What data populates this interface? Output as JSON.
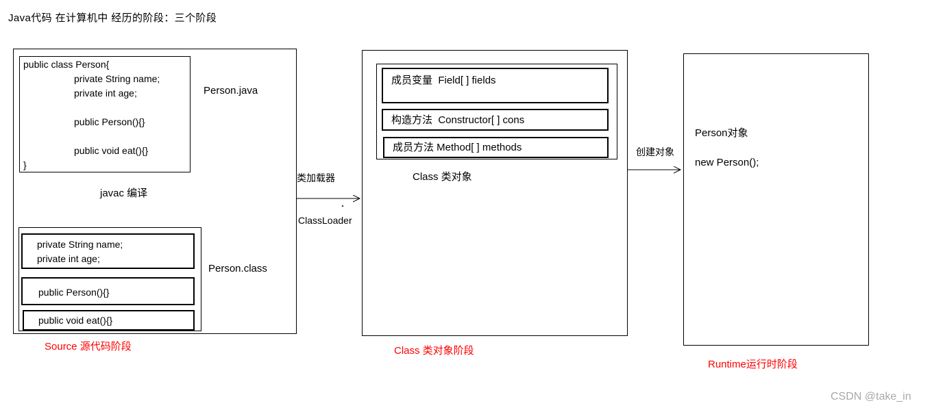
{
  "title": "Java代码 在计算机中 经历的阶段：三个阶段",
  "watermark": "CSDN @take_in",
  "colors": {
    "diagram_line": "#000000",
    "stage_label_red": "#fe0000",
    "watermark_gray": "#a6a9ad"
  },
  "source_stage": {
    "file_label": "Person.java",
    "code": "public class Person{\n\tprivate String name;\n\tprivate int age;\n\n\tpublic Person(){}\n\n\tpublic void eat(){}\n}",
    "compile_arrow_label": "javac 编译",
    "class_file_label": "Person.class",
    "class_file_rows": [
      "private String name;\nprivate int age;",
      "public Person(){}",
      "public void eat(){}"
    ],
    "stage_label": "Source 源代码阶段"
  },
  "class_loader": {
    "label_zh": "类加载器",
    "label_en": "ClassLoader"
  },
  "class_stage": {
    "member_rows": [
      "成员变量  Field[ ] fields",
      "构造方法  Constructor[ ] cons",
      "成员方法 Method[ ] methods"
    ],
    "object_label": "Class 类对象",
    "stage_label": "Class 类对象阶段"
  },
  "create_object": {
    "arrow_label": "创建对象"
  },
  "runtime_stage": {
    "object_label": "Person对象",
    "statement": "new Person();",
    "stage_label": "Runtime运行时阶段"
  }
}
